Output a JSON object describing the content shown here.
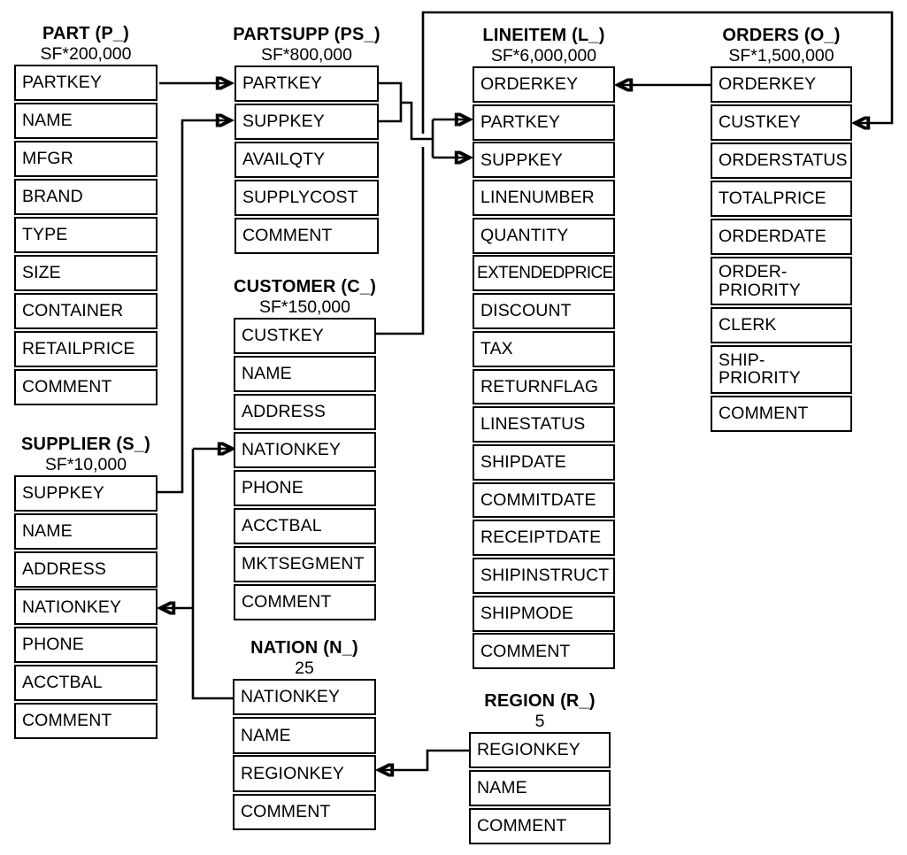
{
  "diagram": {
    "name": "TPC-H schema",
    "colors": {
      "line": "#000000",
      "text": "#000000",
      "background": "#ffffff"
    },
    "tables": [
      {
        "id": "part",
        "title": "PART (P_)",
        "subtitle": "SF*200,000",
        "rows": [
          "PARTKEY",
          "NAME",
          "MFGR",
          "BRAND",
          "TYPE",
          "SIZE",
          "CONTAINER",
          "RETAILPRICE",
          "COMMENT"
        ]
      },
      {
        "id": "partsupp",
        "title": "PARTSUPP (PS_)",
        "subtitle": "SF*800,000",
        "rows": [
          "PARTKEY",
          "SUPPKEY",
          "AVAILQTY",
          "SUPPLYCOST",
          "COMMENT"
        ]
      },
      {
        "id": "lineitem",
        "title": "LINEITEM (L_)",
        "subtitle": "SF*6,000,000",
        "rows": [
          "ORDERKEY",
          "PARTKEY",
          "SUPPKEY",
          "LINENUMBER",
          "QUANTITY",
          "EXTENDEDPRICE",
          "DISCOUNT",
          "TAX",
          "RETURNFLAG",
          "LINESTATUS",
          "SHIPDATE",
          "COMMITDATE",
          "RECEIPTDATE",
          "SHIPINSTRUCT",
          "SHIPMODE",
          "COMMENT"
        ]
      },
      {
        "id": "orders",
        "title": "ORDERS (O_)",
        "subtitle": "SF*1,500,000",
        "rows": [
          "ORDERKEY",
          "CUSTKEY",
          "ORDERSTATUS",
          "TOTALPRICE",
          "ORDERDATE",
          "ORDER-\nPRIORITY",
          "CLERK",
          "SHIP-\nPRIORITY",
          "COMMENT"
        ]
      },
      {
        "id": "customer",
        "title": "CUSTOMER (C_)",
        "subtitle": "SF*150,000",
        "rows": [
          "CUSTKEY",
          "NAME",
          "ADDRESS",
          "NATIONKEY",
          "PHONE",
          "ACCTBAL",
          "MKTSEGMENT",
          "COMMENT"
        ]
      },
      {
        "id": "supplier",
        "title": "SUPPLIER (S_)",
        "subtitle": "SF*10,000",
        "rows": [
          "SUPPKEY",
          "NAME",
          "ADDRESS",
          "NATIONKEY",
          "PHONE",
          "ACCTBAL",
          "COMMENT"
        ]
      },
      {
        "id": "nation",
        "title": "NATION (N_)",
        "subtitle": "25",
        "rows": [
          "NATIONKEY",
          "NAME",
          "REGIONKEY",
          "COMMENT"
        ]
      },
      {
        "id": "region",
        "title": "REGION (R_)",
        "subtitle": "5",
        "rows": [
          "REGIONKEY",
          "NAME",
          "COMMENT"
        ]
      }
    ],
    "relationships": [
      {
        "from": "PART.PARTKEY",
        "to": "PARTSUPP.PARTKEY"
      },
      {
        "from": "SUPPLIER.SUPPKEY",
        "to": "PARTSUPP.SUPPKEY"
      },
      {
        "from": "PARTSUPP.PARTKEY",
        "to": "LINEITEM.PARTKEY"
      },
      {
        "from": "PARTSUPP.SUPPKEY",
        "to": "LINEITEM.SUPPKEY"
      },
      {
        "from": "ORDERS.ORDERKEY",
        "to": "LINEITEM.ORDERKEY"
      },
      {
        "from": "CUSTOMER.CUSTKEY",
        "to": "ORDERS.CUSTKEY"
      },
      {
        "from": "NATION.NATIONKEY",
        "to": "CUSTOMER.NATIONKEY"
      },
      {
        "from": "NATION.NATIONKEY",
        "to": "SUPPLIER.NATIONKEY"
      },
      {
        "from": "REGION.REGIONKEY",
        "to": "NATION.REGIONKEY"
      }
    ]
  }
}
